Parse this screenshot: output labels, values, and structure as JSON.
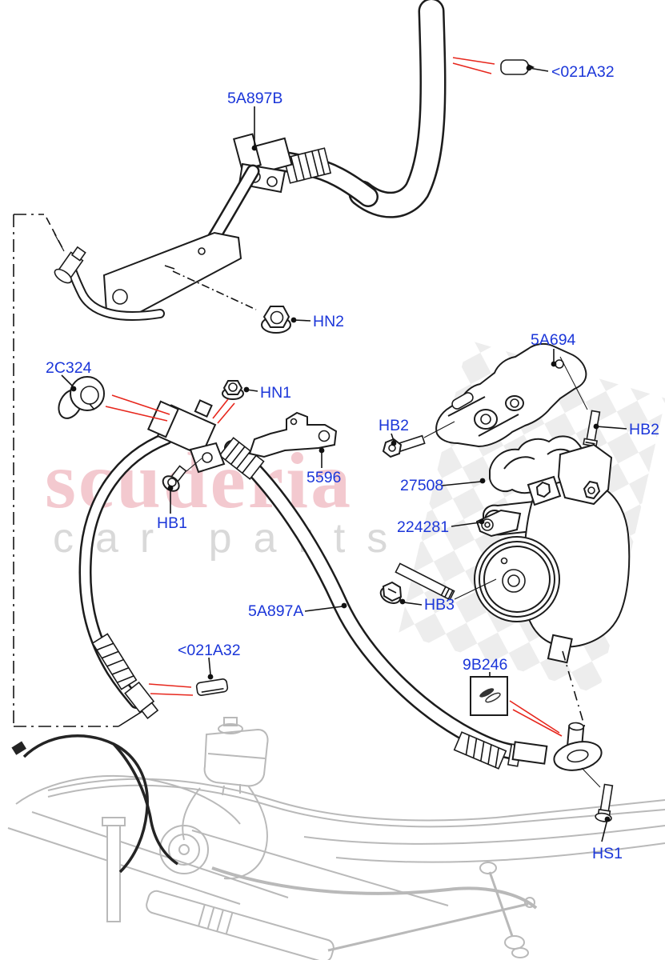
{
  "watermark": {
    "brand": "scuderia",
    "tagline": "car parts"
  },
  "colors": {
    "label_blue": "#1b36d9",
    "leader_red": "#e7271d",
    "line_black": "#1c1c1c",
    "watermark_pink": "#e8909d",
    "watermark_gray": "#d8d8d8",
    "checker_gray": "#ededed"
  },
  "labels": {
    "hose_upper": "5A897B",
    "clip_upper": "<021A32",
    "nut_hn2": "HN2",
    "grommet_2c324": "2C324",
    "nut_hn1": "HN1",
    "bracket_5a694": "5A694",
    "bolt_hb2_left": "HB2",
    "bolt_hb2_right": "HB2",
    "bracket_5596": "5596",
    "shield_27508": "27508",
    "bolt_hb1": "HB1",
    "link_224281": "224281",
    "hose_lower": "5A897A",
    "bolt_hb3": "HB3",
    "clip_lower": "<021A32",
    "seal_kit_9b246": "9B246",
    "screw_hs1": "HS1"
  }
}
